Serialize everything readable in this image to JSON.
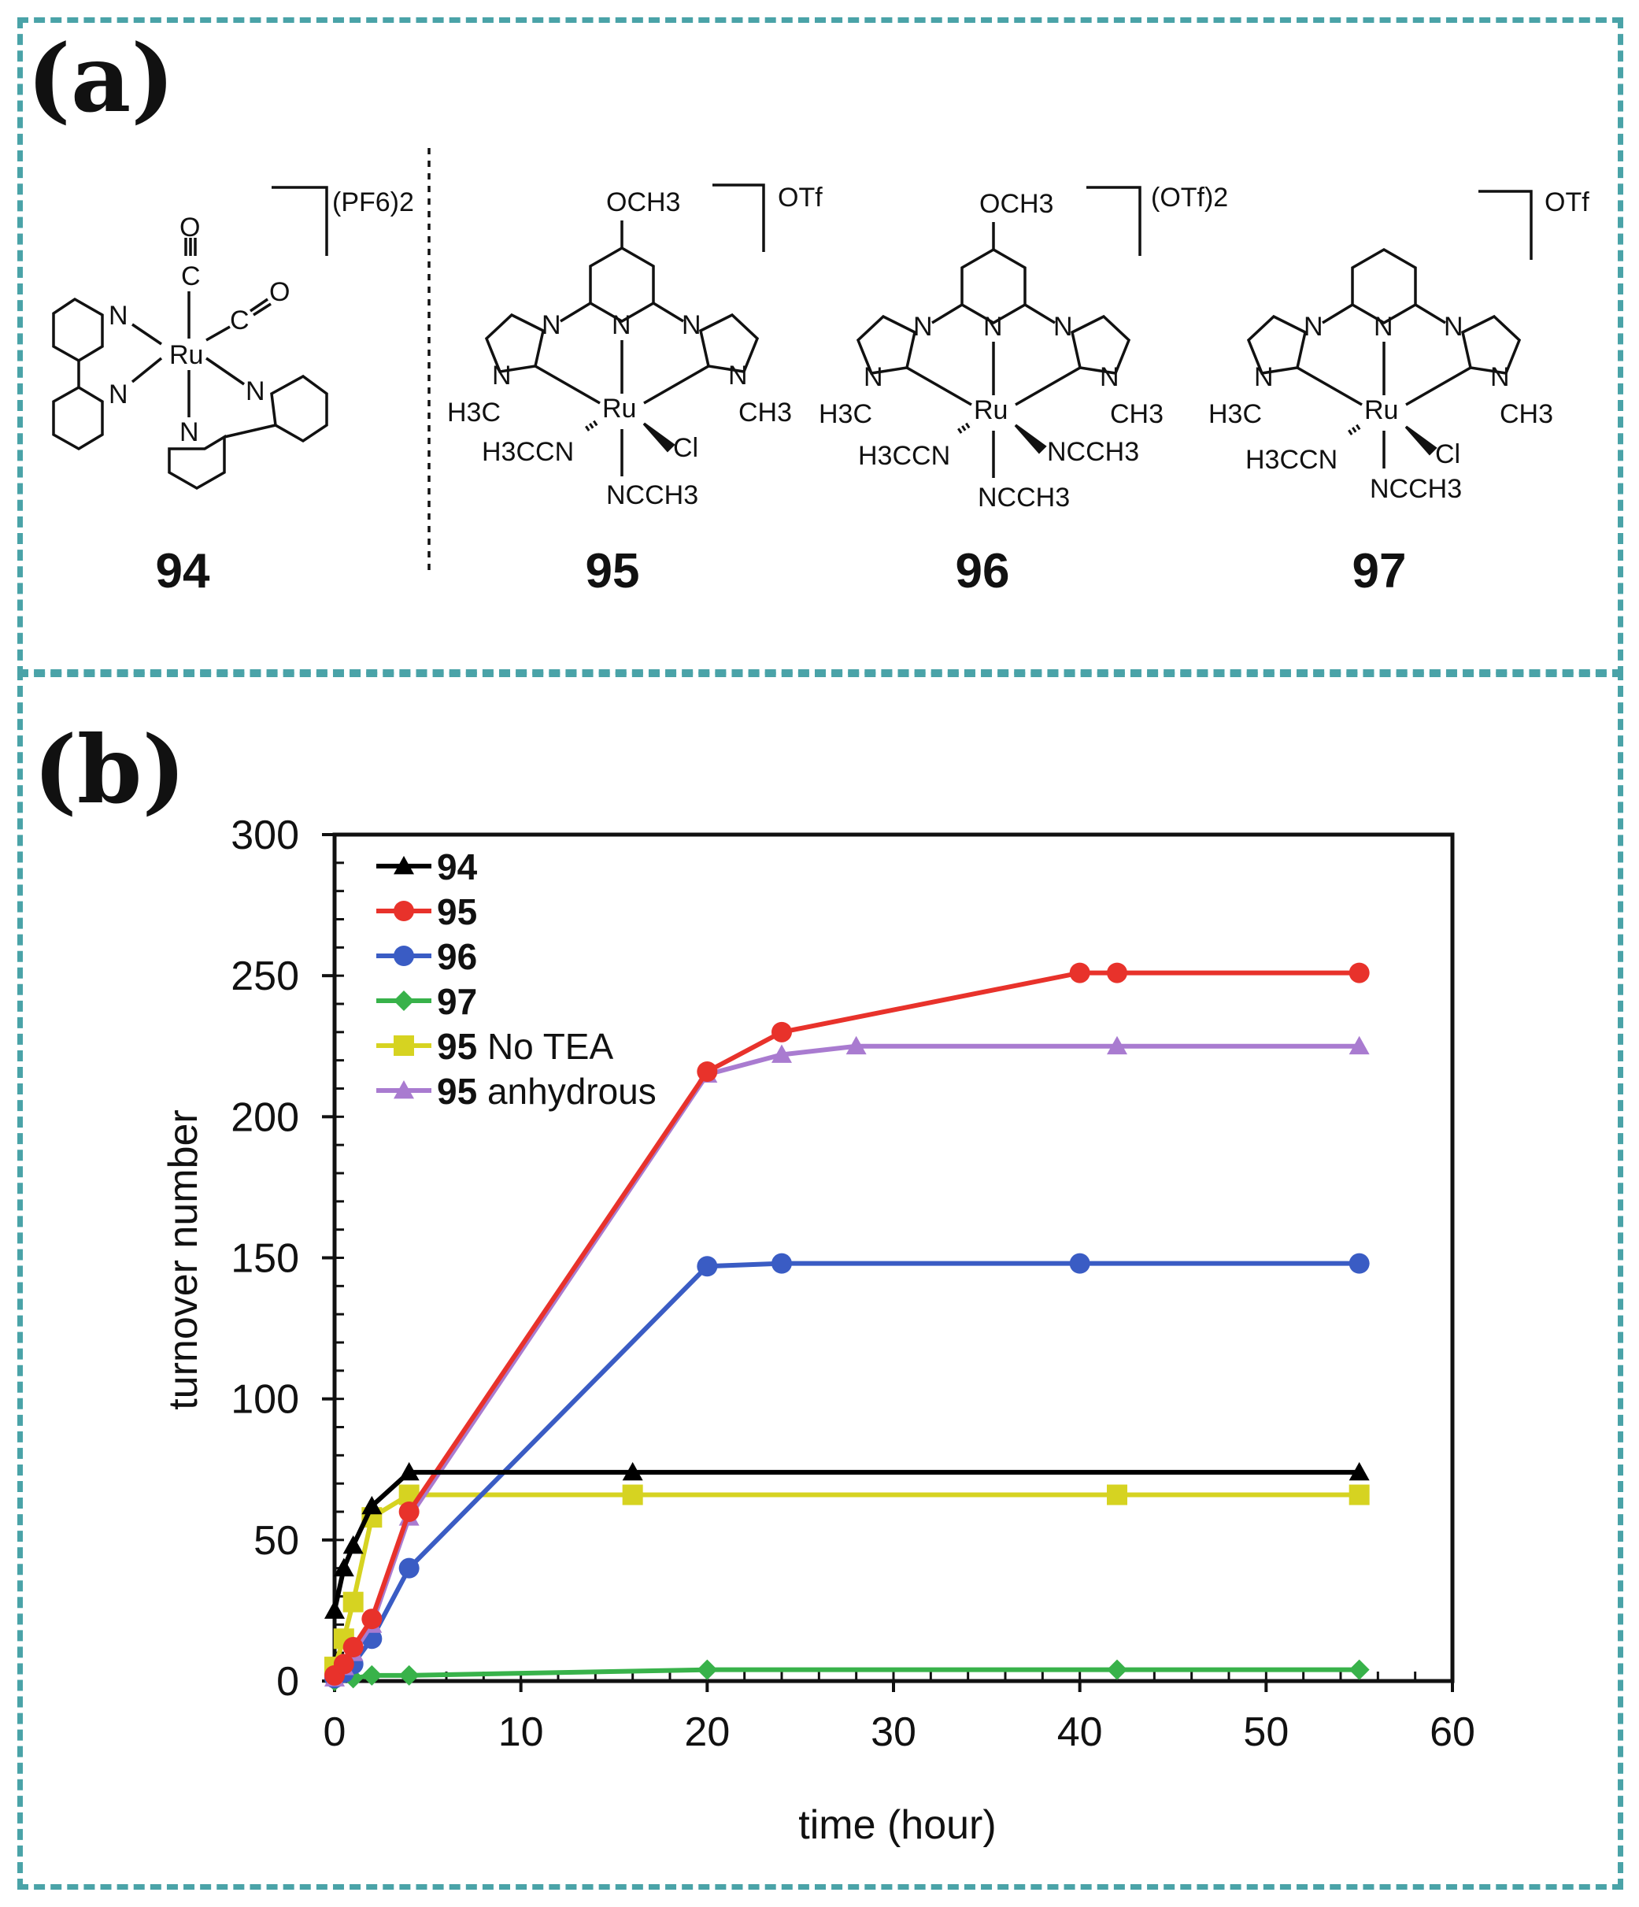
{
  "panel_a": {
    "label": "(a)",
    "compounds": [
      {
        "id": "94",
        "counterion": "(PF6)2"
      },
      {
        "id": "95",
        "counterion": "OTf"
      },
      {
        "id": "96",
        "counterion": "(OTf)2"
      },
      {
        "id": "97",
        "counterion": "OTf"
      }
    ],
    "atoms": {
      "metal": "Ru",
      "n": "N",
      "c": "C",
      "o": "O",
      "ome": "OCH3",
      "h3c": "H3C",
      "ch3": "CH3",
      "h3ccn": "H3CCN",
      "ncch3": "NCCH3",
      "cl": "Cl"
    }
  },
  "panel_b": {
    "label": "(b)"
  },
  "chart_data": {
    "type": "line",
    "xlabel": "time (hour)",
    "ylabel": "turnover number",
    "xlim": [
      0,
      60
    ],
    "ylim": [
      0,
      300
    ],
    "xticks": [
      0,
      10,
      20,
      30,
      40,
      50,
      60
    ],
    "yticks": [
      0,
      50,
      100,
      150,
      200,
      250,
      300
    ],
    "grid": false,
    "legend_position": "top-left",
    "series": [
      {
        "name": "94",
        "suffix": "",
        "color": "#000000",
        "marker": "triangle",
        "x": [
          0,
          0.5,
          1,
          2,
          4,
          16,
          55
        ],
        "y": [
          25,
          40,
          48,
          62,
          74,
          74,
          74
        ]
      },
      {
        "name": "95",
        "suffix": "",
        "color": "#e8322b",
        "marker": "circle",
        "x": [
          0,
          0.5,
          1,
          2,
          4,
          20,
          24,
          40,
          42,
          55
        ],
        "y": [
          2,
          6,
          12,
          22,
          60,
          216,
          230,
          251,
          251,
          251
        ]
      },
      {
        "name": "96",
        "suffix": "",
        "color": "#3a5cc4",
        "marker": "circle",
        "x": [
          0,
          0.5,
          1,
          2,
          4,
          20,
          24,
          40,
          55
        ],
        "y": [
          1,
          3,
          6,
          15,
          40,
          147,
          148,
          148,
          148
        ]
      },
      {
        "name": "97",
        "suffix": "",
        "color": "#38b24a",
        "marker": "diamond",
        "x": [
          0,
          1,
          2,
          4,
          20,
          42,
          55
        ],
        "y": [
          0,
          1,
          2,
          2,
          4,
          4,
          4
        ]
      },
      {
        "name": "95",
        "suffix": " No TEA",
        "color": "#d6d321",
        "marker": "square",
        "x": [
          0,
          0.5,
          1,
          2,
          4,
          16,
          42,
          55
        ],
        "y": [
          5,
          15,
          28,
          58,
          66,
          66,
          66,
          66
        ]
      },
      {
        "name": "95",
        "suffix": " anhydrous",
        "color": "#a97bd0",
        "marker": "triangle",
        "x": [
          0,
          0.5,
          1,
          2,
          4,
          20,
          24,
          28,
          42,
          55
        ],
        "y": [
          1,
          5,
          10,
          20,
          58,
          215,
          222,
          225,
          225,
          225
        ]
      }
    ]
  }
}
